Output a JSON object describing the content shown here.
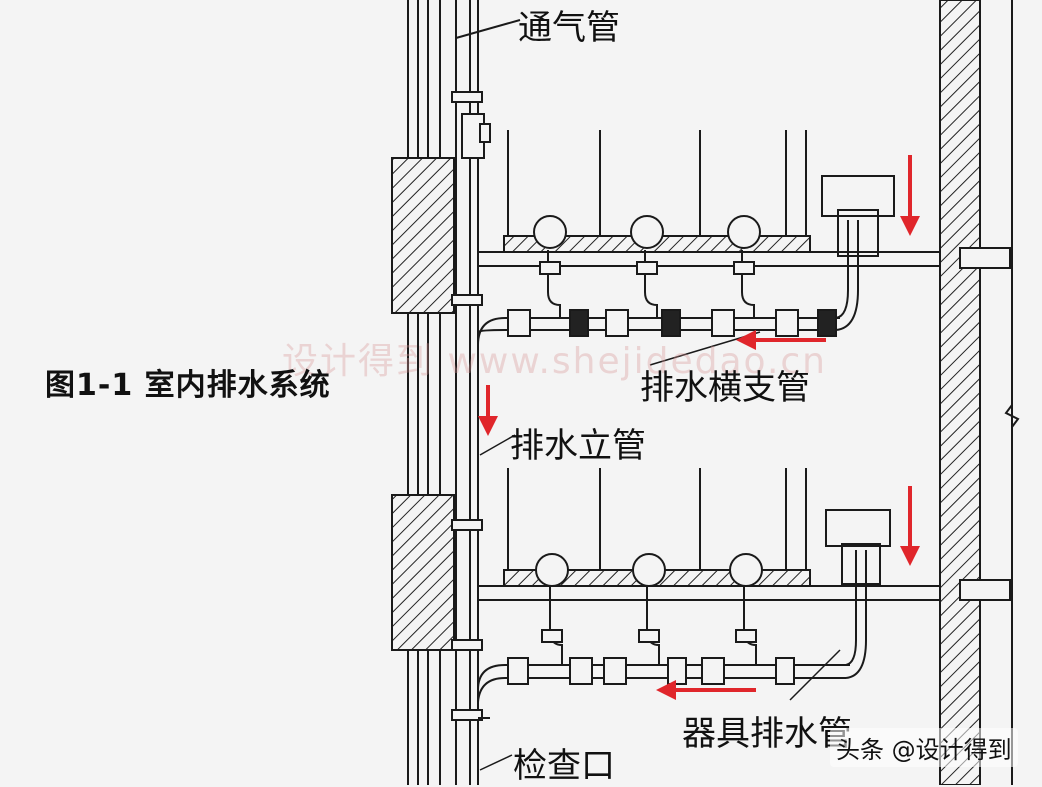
{
  "figure_title": "图1-1 室内排水系统",
  "labels": {
    "vent_pipe": "通气管",
    "horizontal_branch": "排水横支管",
    "vertical_stack": "排水立管",
    "fixture_drain": "器具排水管",
    "cleanout": "检查口"
  },
  "watermark": "设计得到 www.shejidedao.cn",
  "credit": "头条 @设计得到",
  "colors": {
    "line": "#1a1a1a",
    "arrow": "#e0262b",
    "hatch": "#222222",
    "background": "#f4f4f4"
  }
}
